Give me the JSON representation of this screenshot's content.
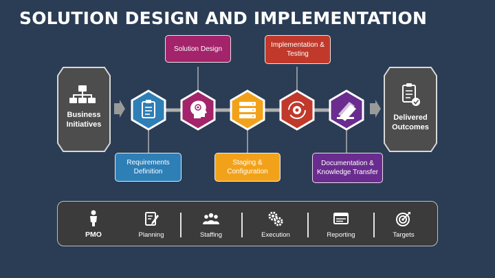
{
  "title": "SOLUTION DESIGN AND IMPLEMENTATION",
  "start": {
    "label": "Business Initiatives",
    "icon": "org-chart-icon"
  },
  "end": {
    "label": "Delivered Outcomes",
    "icon": "checklist-clipboard-icon"
  },
  "steps": [
    {
      "label": "Requirements Definition",
      "icon": "clipboard-list-icon",
      "color": "#2e7fb6",
      "position": "below"
    },
    {
      "label": "Solution Design",
      "icon": "head-brain-icon",
      "color": "#a3246b",
      "position": "above"
    },
    {
      "label": "Staging & Configuration",
      "icon": "server-stack-icon",
      "color": "#f2a21a",
      "position": "below"
    },
    {
      "label": "Implementation & Testing",
      "icon": "gear-cycle-icon",
      "color": "#c0392b",
      "position": "above"
    },
    {
      "label": "Documentation & Knowledge Transfer",
      "icon": "documents-icon",
      "color": "#6a2c8e",
      "position": "below"
    }
  ],
  "bottom_bar": [
    {
      "label": "PMO",
      "icon": "person-icon"
    },
    {
      "label": "Planning",
      "icon": "notepad-pen-icon"
    },
    {
      "label": "Staffing",
      "icon": "team-icon"
    },
    {
      "label": "Execution",
      "icon": "gears-icon"
    },
    {
      "label": "Reporting",
      "icon": "report-screen-icon"
    },
    {
      "label": "Targets",
      "icon": "target-icon"
    }
  ],
  "colors": {
    "background": "#2b3d55",
    "side_shape": "#4d4d4d",
    "connector": "#b0b0b0",
    "bottom_panel": "#3b3b3b"
  }
}
